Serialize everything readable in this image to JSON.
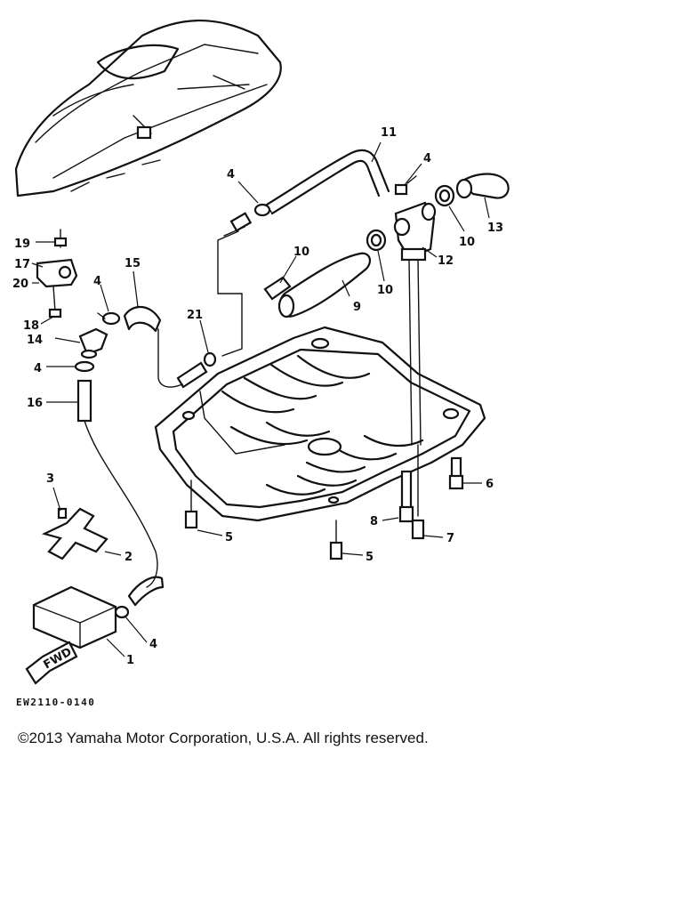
{
  "callouts": {
    "c1": "1",
    "c2": "2",
    "c3": "3",
    "c4a": "4",
    "c4b": "4",
    "c4c": "4",
    "c4d": "4",
    "c4e": "4",
    "c5a": "5",
    "c5b": "5",
    "c6": "6",
    "c7": "7",
    "c8": "8",
    "c9": "9",
    "c10a": "10",
    "c10b": "10",
    "c10c": "10",
    "c11": "11",
    "c12": "12",
    "c13": "13",
    "c14": "14",
    "c15": "15",
    "c16": "16",
    "c17": "17",
    "c18": "18",
    "c19": "19",
    "c20": "20",
    "c21": "21"
  },
  "fwd_label": "FWD",
  "drawing_code": "EW2110-0140",
  "copyright": "©2013 Yamaha Motor Corporation, U.S.A. All rights reserved."
}
